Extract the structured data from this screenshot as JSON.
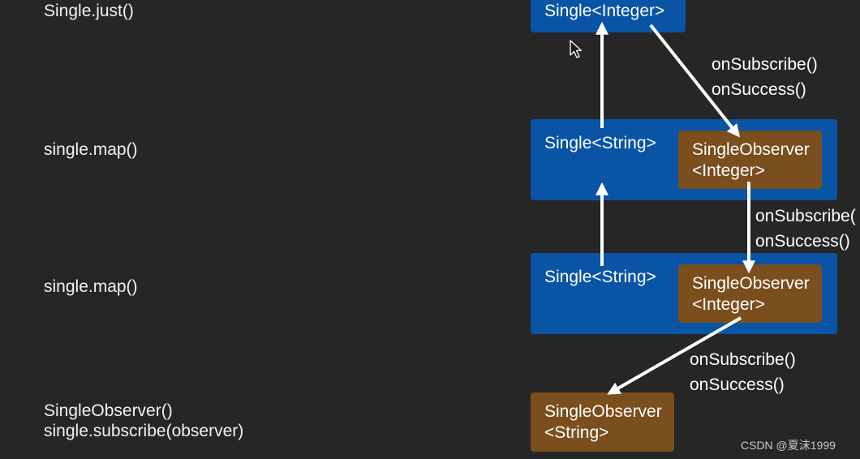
{
  "left_labels": {
    "just": "Single.just()",
    "map_1": "single.map()",
    "map_2": "single.map()",
    "observer_ctor": "SingleObserver()",
    "subscribe_call": "single.subscribe(observer)"
  },
  "boxes": {
    "single_integer": {
      "label": "Single<Integer>"
    },
    "map_1": {
      "single_label": "Single<String>",
      "observer_line1": "SingleObserver",
      "observer_line2": "<Integer>"
    },
    "map_2": {
      "single_label": "Single<String>",
      "observer_line1": "SingleObserver",
      "observer_line2": "<Integer>"
    },
    "final_observer": {
      "line1": "SingleObserver",
      "line2": "<String>"
    }
  },
  "callouts": {
    "top": {
      "on_subscribe": "onSubscribe()",
      "on_success": "onSuccess()"
    },
    "middle": {
      "on_subscribe": "onSubscribe(",
      "on_success": "onSuccess()"
    },
    "bottom": {
      "on_subscribe": "onSubscribe()",
      "on_success": "onSuccess()"
    }
  },
  "watermark": "CSDN @夏沫1999",
  "colors": {
    "background": "#262626",
    "single_box": "#0a54a6",
    "observer_box": "#7a4e1d",
    "text": "#ffffff",
    "arrow": "#ffffff"
  }
}
